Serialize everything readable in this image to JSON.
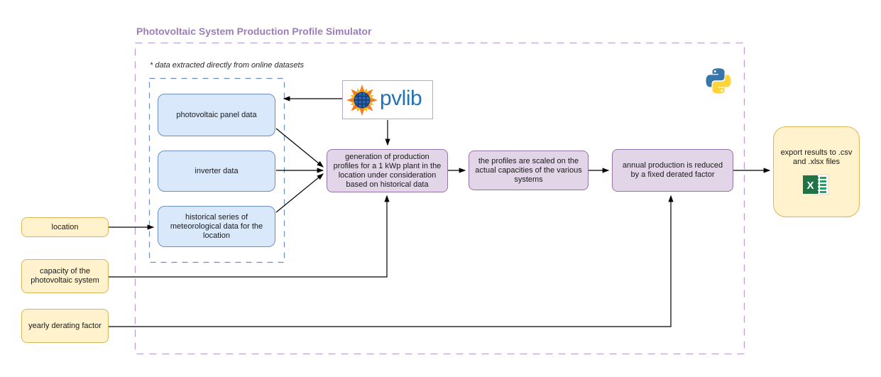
{
  "title": "Photovoltaic System Production Profile Simulator",
  "note": "* data extracted directly from online datasets",
  "nodes": {
    "panel_data": {
      "label": "photovoltaic panel data",
      "type": "data-input"
    },
    "inverter_data": {
      "label": "inverter data",
      "type": "data-input"
    },
    "weather_data": {
      "label": "historical series of\nmeteorological data for the\nlocation",
      "type": "data-input"
    },
    "generation": {
      "label": "generation of production\nprofiles for a 1 kWp plant in the\nlocation under consideration\nbased on historical data",
      "type": "process"
    },
    "scaling": {
      "label": "the profiles are scaled on the\nactual capacities of the various\nsystems",
      "type": "process"
    },
    "derating": {
      "label": "annual production is reduced\nby a fixed derated factor",
      "type": "process"
    },
    "export": {
      "label": "export results to .csv\nand .xlsx files",
      "type": "output"
    },
    "location": {
      "label": "location",
      "type": "user-input"
    },
    "capacity": {
      "label": "capacity of the\nphotovoltaic system",
      "type": "user-input"
    },
    "yearly_derating": {
      "label": "yearly derating factor",
      "type": "user-input"
    }
  },
  "logos": {
    "pvlib_label": "pvlib",
    "pvlib_icon": "pvlib-sun-icon",
    "python_icon": "python-icon",
    "excel_icon": "excel-icon"
  },
  "edges": [
    {
      "from": "pvlib",
      "to": "panel_data"
    },
    {
      "from": "pvlib",
      "to": "generation"
    },
    {
      "from": "panel_data",
      "to": "generation"
    },
    {
      "from": "inverter_data",
      "to": "generation"
    },
    {
      "from": "weather_data",
      "to": "generation"
    },
    {
      "from": "location",
      "to": "weather_data"
    },
    {
      "from": "capacity",
      "to": "generation"
    },
    {
      "from": "generation",
      "to": "scaling"
    },
    {
      "from": "scaling",
      "to": "derating"
    },
    {
      "from": "yearly_derating",
      "to": "derating"
    },
    {
      "from": "derating",
      "to": "export"
    }
  ],
  "colors": {
    "title": "#9b7db8",
    "outer_dash": "#bba0d2",
    "inner_dash": "#6c8ebf",
    "blue_fill": "#dae8fc",
    "blue_stroke": "#6c8ebf",
    "purple_fill": "#e1d5e7",
    "purple_stroke": "#9673a6",
    "yellow_fill": "#fff2cc",
    "yellow_stroke": "#d6b656",
    "arrow": "#000000",
    "pvlib_blue": "#2272b5",
    "python_blue": "#3776ab",
    "python_yellow": "#ffd43b",
    "excel_green": "#217346"
  }
}
